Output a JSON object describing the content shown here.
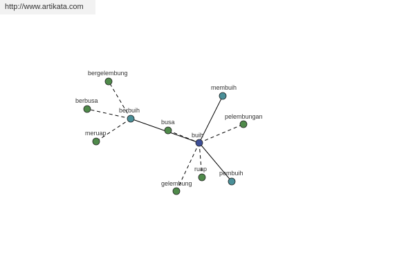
{
  "banner": {
    "text": "http://www.artikata.com"
  },
  "colors": {
    "node_green": "#4f8a4a",
    "node_teal": "#4a8f98",
    "node_blue": "#3d4f98",
    "edge": "#000000",
    "banner_bg": "#f2f2f2"
  },
  "graph": {
    "nodes": [
      {
        "id": "buih",
        "label": "buih",
        "type": "center"
      },
      {
        "id": "berbuih",
        "label": "berbuih",
        "type": "hub"
      },
      {
        "id": "membuih",
        "label": "membuih",
        "type": "hub"
      },
      {
        "id": "pembuih",
        "label": "pembuih",
        "type": "hub"
      },
      {
        "id": "busa",
        "label": "busa",
        "type": "leaf"
      },
      {
        "id": "pelembungan",
        "label": "pelembungan",
        "type": "leaf"
      },
      {
        "id": "ruap",
        "label": "ruap",
        "type": "leaf"
      },
      {
        "id": "gelembung",
        "label": "gelembung",
        "type": "leaf"
      },
      {
        "id": "bergelembung",
        "label": "bergelembung",
        "type": "leaf"
      },
      {
        "id": "berbusa",
        "label": "berbusa",
        "type": "leaf"
      },
      {
        "id": "meruap",
        "label": "meruap",
        "type": "leaf"
      }
    ],
    "edges": [
      {
        "from": "berbuih",
        "to": "buih",
        "style": "solid"
      },
      {
        "from": "buih",
        "to": "membuih",
        "style": "solid"
      },
      {
        "from": "buih",
        "to": "pembuih",
        "style": "solid"
      },
      {
        "from": "buih",
        "to": "pelembungan",
        "style": "dashed"
      },
      {
        "from": "buih",
        "to": "ruap",
        "style": "dashed"
      },
      {
        "from": "buih",
        "to": "gelembung",
        "style": "dashed"
      },
      {
        "from": "busa",
        "to": "buih",
        "style": "dashed"
      },
      {
        "from": "berbuih",
        "to": "bergelembung",
        "style": "dashed"
      },
      {
        "from": "berbuih",
        "to": "berbusa",
        "style": "dashed"
      },
      {
        "from": "berbuih",
        "to": "meruap",
        "style": "dashed"
      }
    ]
  }
}
